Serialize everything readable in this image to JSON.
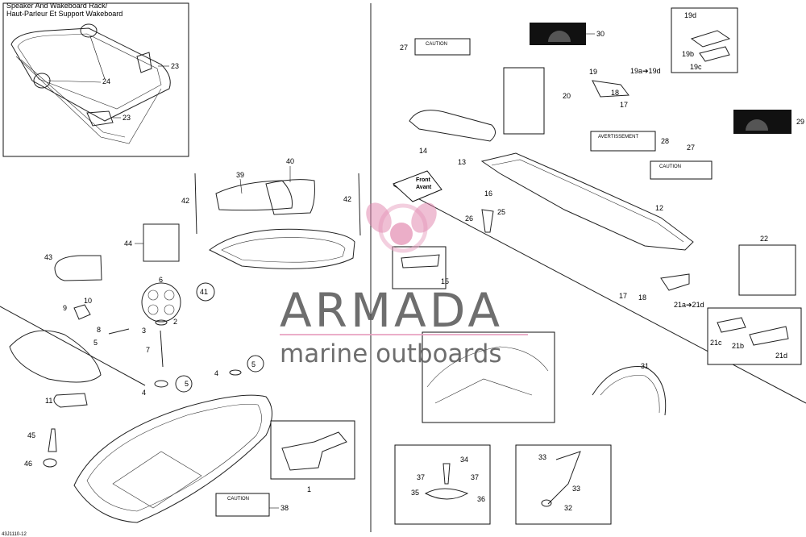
{
  "inset": {
    "title_line1": "Speaker And Wakeboard Rack/",
    "title_line2": "Haut-Parleur Et Support Wakeboard"
  },
  "labels": {
    "p1": "1",
    "p2": "2",
    "p3": "3",
    "p4a": "4",
    "p4b": "4",
    "p5a": "5",
    "p5b": "5",
    "p6": "6",
    "p7": "7",
    "p8": "8",
    "p9": "9",
    "p10": "10",
    "p11": "11",
    "p12": "12",
    "p13": "13",
    "p14": "14",
    "p15": "15",
    "p16": "16",
    "p17a": "17",
    "p17b": "17",
    "p18a": "18",
    "p18b": "18",
    "p19": "19",
    "p19a19d": "19a➔19d",
    "p19b": "19b",
    "p19c": "19c",
    "p19d": "19d",
    "p20": "20",
    "p21a21d": "21a➔21d",
    "p21b": "21b",
    "p21c": "21c",
    "p21d": "21d",
    "p22": "22",
    "p23a": "23",
    "p23b": "23",
    "p24": "24",
    "p25": "25",
    "p26": "26",
    "p27a": "27",
    "p27b": "27",
    "p28": "28",
    "p29": "29",
    "p30": "30",
    "p31": "31",
    "p32": "32",
    "p33a": "33",
    "p33b": "33",
    "p34": "34",
    "p35": "35",
    "p36": "36",
    "p37a": "37",
    "p37b": "37",
    "p38": "38",
    "p39": "39",
    "p40": "40",
    "p41": "41",
    "p42a": "42",
    "p42b": "42",
    "p43": "43",
    "p44": "44",
    "p45": "45",
    "p46": "46"
  },
  "decals": {
    "caution": "CAUTION",
    "warning": "AVERTISSEMENT",
    "front_line1": "Front",
    "front_line2": "Avant"
  },
  "watermark": {
    "brand": "ARMADA",
    "tagline": "marine outboards",
    "color_accent": "#e8a0c0",
    "color_text": "#555555"
  },
  "footer": {
    "code": "43J1110-12"
  }
}
